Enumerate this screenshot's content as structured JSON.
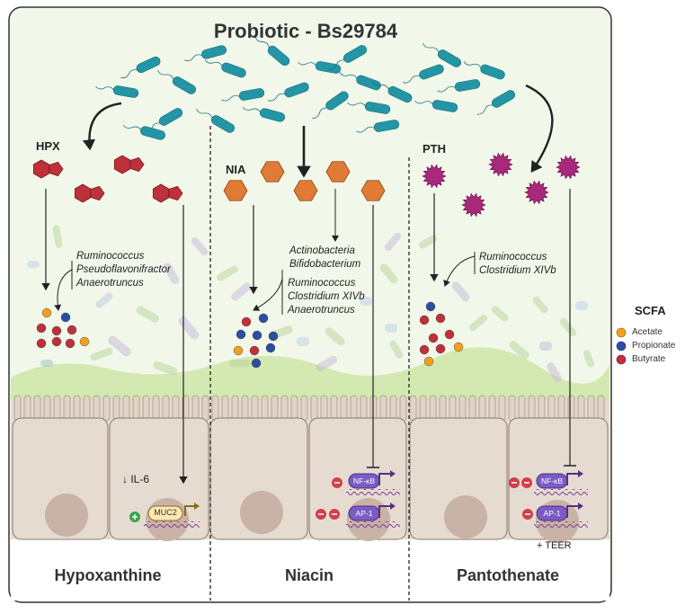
{
  "title": "Probiotic - Bs29784",
  "columns": [
    {
      "name": "Hypoxanthine",
      "abbrev": "HPX",
      "bacteria": [
        "Ruminococcus",
        "Pseudoflavonifractor",
        "Anaerotruncus"
      ]
    },
    {
      "name": "Niacin",
      "abbrev": "NIA",
      "bacteria_top": [
        "Actinobacteria",
        "Bifidobacterium"
      ],
      "bacteria": [
        "Ruminococcus",
        "Clostridium XIVb",
        "Anaerotruncus"
      ]
    },
    {
      "name": "Pantothenate",
      "abbrev": "PTH",
      "bacteria": [
        "Ruminococcus",
        "Clostridium XIVb"
      ]
    }
  ],
  "effects": {
    "il6": "↓ IL-6",
    "muc2": "MUC2",
    "nfkb": "NF-κB",
    "ap1": "AP-1",
    "teer": "+ TEER"
  },
  "legend": {
    "title": "SCFA",
    "items": [
      {
        "label": "Acetate",
        "color": "#f0a020"
      },
      {
        "label": "Propionate",
        "color": "#2b4fa0"
      },
      {
        "label": "Butyrate",
        "color": "#c0303a"
      }
    ]
  },
  "colors": {
    "hpx": "#c0303a",
    "nia": "#e07b35",
    "pth": "#a8287a",
    "probiotic": "#1f8fa0",
    "frame_bg": "#eef6e6",
    "cell": "#e8ddd4"
  }
}
